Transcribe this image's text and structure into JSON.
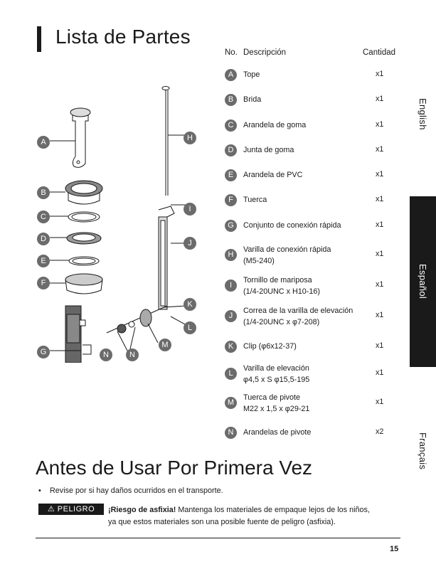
{
  "title": "Lista de Partes",
  "table": {
    "headers": {
      "no": "No.",
      "desc": "Descripción",
      "qty": "Cantidad"
    },
    "rows": [
      {
        "letter": "A",
        "line1": "Tope",
        "line2": "",
        "qty": "x1"
      },
      {
        "letter": "B",
        "line1": "Brida",
        "line2": "",
        "qty": "x1"
      },
      {
        "letter": "C",
        "line1": "Arandela de goma",
        "line2": "",
        "qty": "x1"
      },
      {
        "letter": "D",
        "line1": "Junta de goma",
        "line2": "",
        "qty": "x1"
      },
      {
        "letter": "E",
        "line1": "Arandela de PVC",
        "line2": "",
        "qty": "x1"
      },
      {
        "letter": "F",
        "line1": "Tuerca",
        "line2": "",
        "qty": "x1"
      },
      {
        "letter": "G",
        "line1": "Conjunto de conexión rápida",
        "line2": "",
        "qty": "x1"
      },
      {
        "letter": "H",
        "line1": "Varilla de conexión rápida",
        "line2": "(M5-240)",
        "qty": "x1"
      },
      {
        "letter": "I",
        "line1": "Tornillo de mariposa",
        "line2": "(1/4-20UNC x H10-16)",
        "qty": "x1"
      },
      {
        "letter": "J",
        "line1": "Correa de la varilla de elevación",
        "line2": "(1/4-20UNC x φ7-208)",
        "qty": "x1"
      },
      {
        "letter": "K",
        "line1": "Clip (φ6x12-37)",
        "line2": "",
        "qty": "x1"
      },
      {
        "letter": "L",
        "line1": "Varilla de elevación",
        "line2": "φ4,5 x S φ15,5-195",
        "qty": "x1"
      },
      {
        "letter": "M",
        "line1": "Tuerca de pivote",
        "line2": "M22 x 1,5 x φ29-21",
        "qty": "x1"
      },
      {
        "letter": "N",
        "line1": "Arandelas de pivote",
        "line2": "",
        "qty": "x2"
      }
    ]
  },
  "side_tabs": {
    "english": "English",
    "espanol": "Español",
    "francais": "Français"
  },
  "section2": {
    "title": "Antes de Usar Por Primera Vez",
    "bullet": "Revise por si hay daños ocurridos en el transporte.",
    "warning_label": "PELIGRO",
    "warning_bold": "¡Riesgo de asfixia!",
    "warning_text_1": " Mantenga los materiales de empaque lejos de los niños,",
    "warning_text_2": "ya que estos materiales son una posible fuente de peligro (asfixia)."
  },
  "page_number": "15",
  "diagram_labels": [
    "A",
    "B",
    "C",
    "D",
    "E",
    "F",
    "G",
    "H",
    "I",
    "J",
    "K",
    "L",
    "M",
    "N",
    "N"
  ],
  "colors": {
    "badge": "#6b6b6b",
    "ink": "#1a1a1a"
  }
}
